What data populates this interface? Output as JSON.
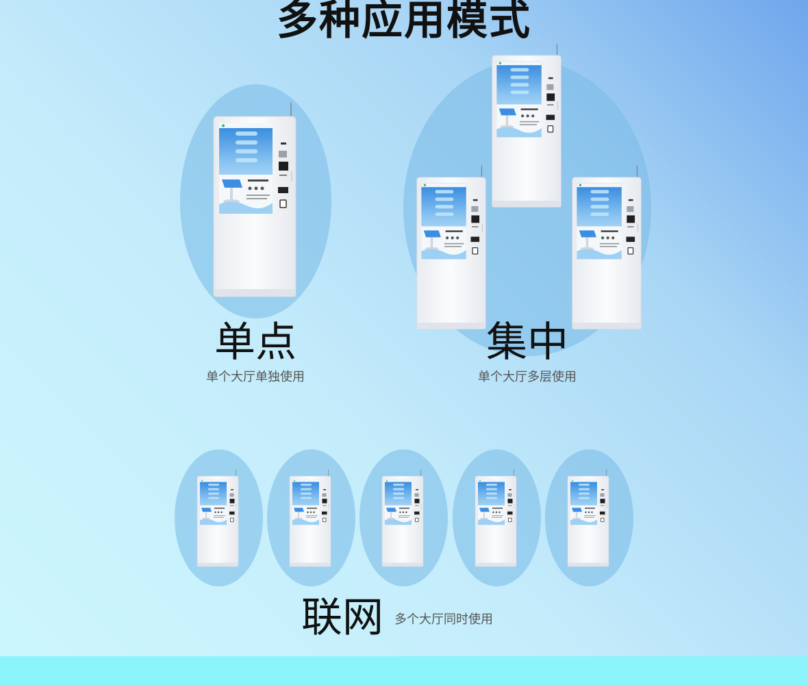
{
  "title": "多种应用模式",
  "modes": {
    "single": {
      "label": "单点",
      "desc": "单个大厅单独使用"
    },
    "cluster": {
      "label": "集中",
      "desc": "单个大厅多层使用"
    },
    "network": {
      "label": "联网",
      "desc": "多个大厅同时使用"
    }
  },
  "colors": {
    "accent_oval": "#7ab8e6",
    "kiosk_body": "#f7f8fa",
    "screen_blue": "#3d8fe0",
    "bottom_band": "#8cf4fb"
  },
  "icons": [
    "kiosk-terminal-image"
  ]
}
